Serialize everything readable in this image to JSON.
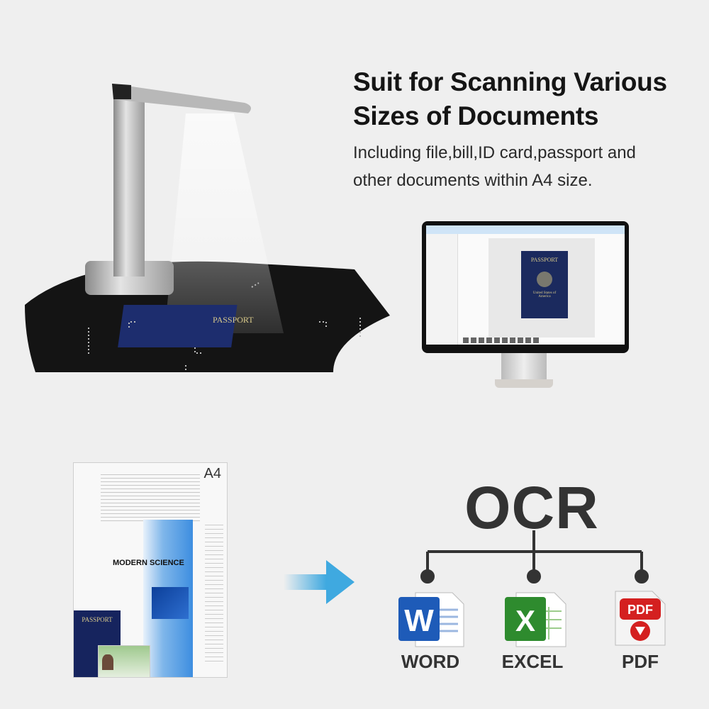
{
  "headline": {
    "line1": "Suit for Scanning Various",
    "line2": "Sizes of Documents"
  },
  "description": {
    "line1": "Including file,bill,ID card,passport and",
    "line2": "other documents within A4 size."
  },
  "scanner_passport_label": "PASSPORT",
  "monitor": {
    "passport_label": "PASSPORT",
    "passport_sub": "United States of America"
  },
  "document": {
    "size_label": "A4",
    "magazine_title": "MODERN SCIENCE",
    "passport_label": "PASSPORT"
  },
  "ocr": {
    "title": "OCR",
    "outputs": [
      {
        "label": "WORD",
        "icon": "word-icon",
        "color": "#1e5bb8"
      },
      {
        "label": "EXCEL",
        "icon": "excel-icon",
        "color": "#2e8b2e"
      },
      {
        "label": "PDF",
        "icon": "pdf-icon",
        "color": "#d42020"
      }
    ]
  },
  "colors": {
    "background": "#efefef",
    "arrow": "#3fa9e0",
    "text": "#333333"
  }
}
